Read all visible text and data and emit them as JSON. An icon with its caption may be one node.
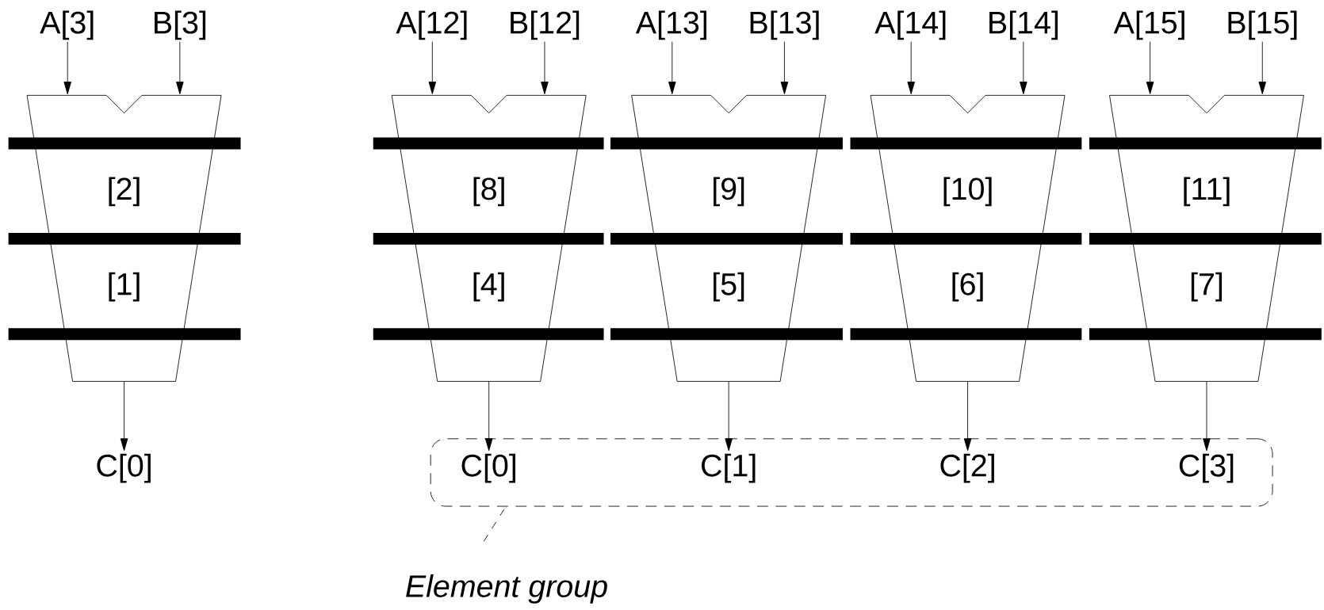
{
  "diagram": {
    "nodes": [
      {
        "text": [
          "A[3]"
        ]
      },
      {
        "text": [
          "B[3]"
        ]
      },
      {
        "text": [
          "[2]",
          "[1]"
        ]
      },
      {
        "text": [
          "C[0]"
        ]
      },
      {
        "text": [],
        "shape": "box"
      },
      {
        "text": [
          "A[12]"
        ]
      },
      {
        "text": [
          "B[12]"
        ]
      },
      {
        "text": [
          "[8]",
          "[4]"
        ]
      },
      {
        "text": [
          "C[0]"
        ],
        "in": 4
      },
      {
        "text": [
          "A[13]"
        ]
      },
      {
        "text": [
          "B[13]"
        ]
      },
      {
        "text": [
          "[9]",
          "[5]"
        ]
      },
      {
        "text": [
          "C[1]"
        ],
        "in": 4
      },
      {
        "text": [
          "A[14]"
        ]
      },
      {
        "text": [
          "B[14]"
        ]
      },
      {
        "text": [
          "[10]",
          "[6]"
        ]
      },
      {
        "text": [
          "C[2]"
        ],
        "in": 4
      },
      {
        "text": [
          "A[15]"
        ]
      },
      {
        "text": [
          "B[15]"
        ]
      },
      {
        "text": [
          "[11]",
          "[7]"
        ]
      },
      {
        "text": [
          "C[3]"
        ],
        "in": 4
      },
      {
        "text": [
          "Element group"
        ]
      }
    ],
    "edges": [
      {
        "from": 0,
        "to": 2,
        "arrow": "to"
      },
      {
        "from": 1,
        "to": 2,
        "arrow": "to"
      },
      {
        "from": 2,
        "to": 3,
        "arrow": "to"
      },
      {
        "from": 5,
        "to": 7,
        "arrow": "to"
      },
      {
        "from": 6,
        "to": 7,
        "arrow": "to"
      },
      {
        "from": 7,
        "to": 8,
        "arrow": "to"
      },
      {
        "from": 9,
        "to": 11,
        "arrow": "to"
      },
      {
        "from": 10,
        "to": 11,
        "arrow": "to"
      },
      {
        "from": 11,
        "to": 12,
        "arrow": "to"
      },
      {
        "from": 13,
        "to": 15,
        "arrow": "to"
      },
      {
        "from": 14,
        "to": 15,
        "arrow": "to"
      },
      {
        "from": 15,
        "to": 16,
        "arrow": "to"
      },
      {
        "from": 17,
        "to": 19,
        "arrow": "to"
      },
      {
        "from": 18,
        "to": 19,
        "arrow": "to"
      },
      {
        "from": 19,
        "to": 20,
        "arrow": "to"
      },
      {
        "from": 21,
        "to": 4,
        "arrow": "none",
        "style": "dashed"
      }
    ]
  }
}
